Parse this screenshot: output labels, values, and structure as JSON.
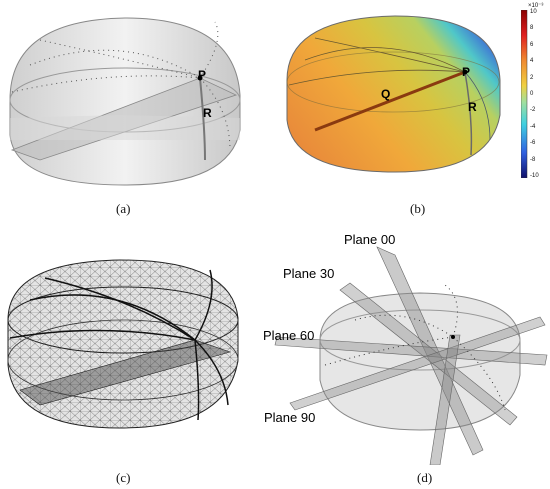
{
  "captions": {
    "a": "(a)",
    "b": "(b)",
    "c": "(c)",
    "d": "(d)"
  },
  "points": {
    "p": "P",
    "r": "R",
    "q": "Q"
  },
  "colorbar": {
    "exponent": "×10⁻³",
    "ticks": [
      "10",
      "8",
      "6",
      "4",
      "2",
      "0",
      "-2",
      "-4",
      "-6",
      "-8",
      "-10"
    ]
  },
  "planes": {
    "p00": "Plane 00",
    "p30": "Plane 30",
    "p60": "Plane 60",
    "p90": "Plane 90"
  }
}
